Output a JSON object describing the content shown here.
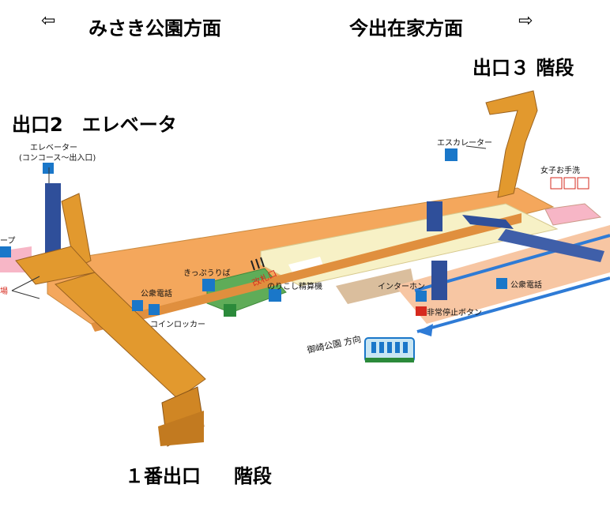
{
  "directions": {
    "left_arrow": "⇦",
    "left": "みさき公園方面",
    "right": "今出在家方面",
    "right_arrow": "⇨"
  },
  "exits": {
    "exit2": "出口2　エレベータ",
    "exit3": "出口３ 階段",
    "exit1_num": "１番出口",
    "exit1_stairs": "階段"
  },
  "labels": {
    "elevator_line1": "エレベーター",
    "elevator_line2": "(コンコース～出入口)",
    "escalator": "エスカレーター",
    "toilet": "女子お手洗",
    "ticket_sales": "きっぷうりば",
    "ticket_gate": "改札口",
    "fare_adjust": "のりこし精算機",
    "public_phone_left": "公衆電話",
    "coin_locker": "コインロッカー",
    "interphone": "インターホン",
    "public_phone_right": "公衆電話",
    "emergency": "非常停止ボタン",
    "train_direction": "御崎公園 方向",
    "partial_left": "ープ",
    "partial_red": "場"
  },
  "colors": {
    "concourse": "#f4a75c",
    "stairs": "#e2992e",
    "platform": "#f7f1c6",
    "gate_area": "#5fac58",
    "pillar": "#2f4f9a",
    "rail": "#2e7bd6",
    "pink": "#f7b6c6",
    "sign_blue": "#1a77c9",
    "red": "#d62a1e"
  },
  "icons": [
    "elevator-icon",
    "escalator-icon",
    "toilet-icon",
    "phone-icon",
    "ticket-machine-icon",
    "coin-locker-icon",
    "information-icon",
    "interphone-icon",
    "emergency-button-icon",
    "train-icon"
  ]
}
